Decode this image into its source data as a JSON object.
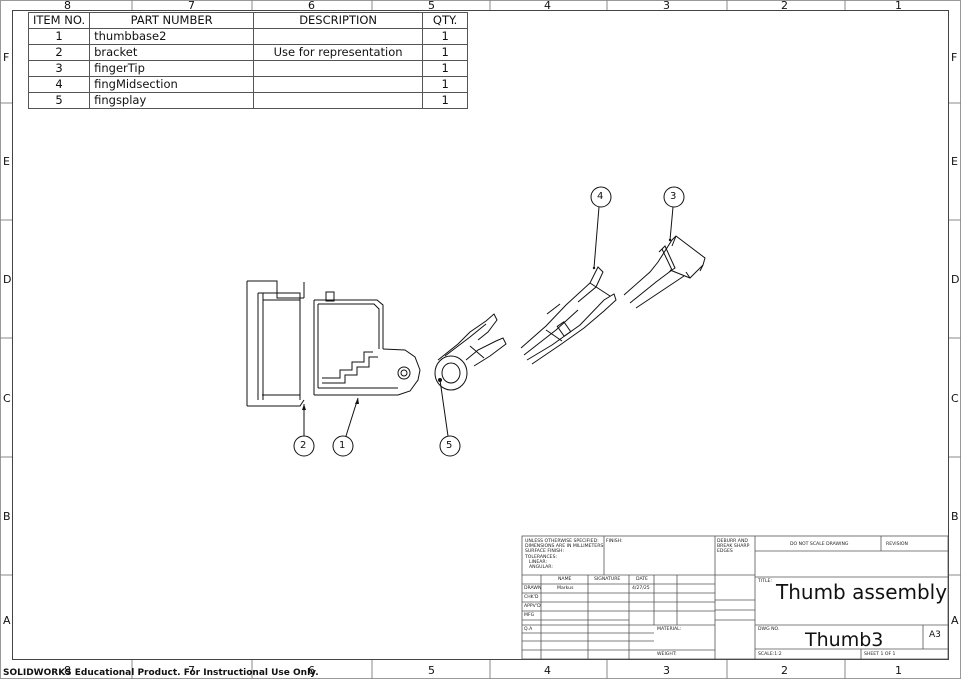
{
  "zones": {
    "top_columns": [
      "8",
      "7",
      "6",
      "5",
      "4",
      "3",
      "2",
      "1"
    ],
    "bottom_columns": [
      "8",
      "7",
      "6",
      "5",
      "4",
      "3",
      "2",
      "1"
    ],
    "rows": [
      "F",
      "E",
      "D",
      "C",
      "B",
      "A"
    ]
  },
  "bom": {
    "headers": {
      "item": "ITEM NO.",
      "part": "PART NUMBER",
      "desc": "DESCRIPTION",
      "qty": "QTY."
    },
    "rows": [
      {
        "item": "1",
        "part": "thumbbase2",
        "desc": "",
        "qty": "1"
      },
      {
        "item": "2",
        "part": "bracket",
        "desc": "Use for representation",
        "qty": "1"
      },
      {
        "item": "3",
        "part": "fingerTip",
        "desc": "",
        "qty": "1"
      },
      {
        "item": "4",
        "part": "fingMidsection",
        "desc": "",
        "qty": "1"
      },
      {
        "item": "5",
        "part": "fingsplay",
        "desc": "",
        "qty": "1"
      }
    ]
  },
  "balloons": {
    "b1": "1",
    "b2": "2",
    "b3": "3",
    "b4": "4",
    "b5": "5"
  },
  "title_block": {
    "tolerance_note": [
      "UNLESS OTHERWISE SPECIFIED:",
      "DIMENSIONS ARE IN MILLIMETERS",
      "SURFACE FINISH:",
      "TOLERANCES:",
      "LINEAR:",
      "ANGULAR:"
    ],
    "finish_label": "FINISH:",
    "deburr_note": [
      "DEBURR AND",
      "BREAK SHARP",
      "EDGES"
    ],
    "do_not_scale": "DO NOT SCALE DRAWING",
    "revision_label": "REVISION",
    "col_name": "NAME",
    "col_signature": "SIGNATURE",
    "col_date": "DATE",
    "row_labels": [
      "DRAWN",
      "CHK'D",
      "APPV'D",
      "MFG",
      "Q.A"
    ],
    "drawn_name": "Markus",
    "drawn_date": "4/27/25",
    "title_label": "TITLE:",
    "title": "Thumb assembly",
    "material_label": "MATERIAL:",
    "weight_label": "WEIGHT:",
    "dwg_no_label": "DWG NO.",
    "dwg_no": "Thumb3",
    "sheet_size": "A3",
    "scale": "SCALE:1:2",
    "sheet": "SHEET 1 OF 1"
  },
  "watermark": "SOLIDWORKS Educational Product. For Instructional Use Only."
}
